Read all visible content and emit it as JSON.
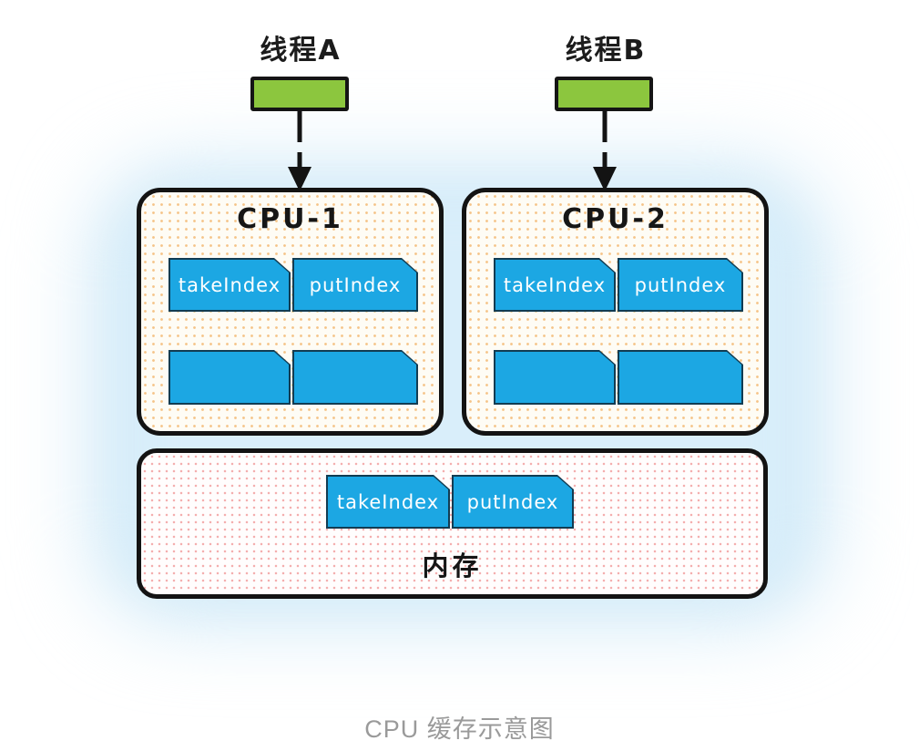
{
  "threads": [
    {
      "label": "线程A"
    },
    {
      "label": "线程B"
    }
  ],
  "cpus": [
    {
      "title": "CPU-1",
      "row1": [
        "takeIndex",
        "putIndex"
      ],
      "row2": [
        "",
        ""
      ]
    },
    {
      "title": "CPU-2",
      "row1": [
        "takeIndex",
        "putIndex"
      ],
      "row2": [
        "",
        ""
      ]
    }
  ],
  "memory": {
    "label": "内存",
    "chips": [
      "takeIndex",
      "putIndex"
    ]
  },
  "caption": "CPU 缓存示意图",
  "colors": {
    "chip_blue": "#1CA7E3",
    "chip_border": "#123C52",
    "thread_green": "#8CC63E",
    "panel_border": "#131313",
    "glow_blue": "#CDE8F7",
    "cpu_dot_orange": "#F5C386",
    "memory_dot_pink": "#F4ACAC",
    "caption_gray": "#9A9A9A"
  }
}
